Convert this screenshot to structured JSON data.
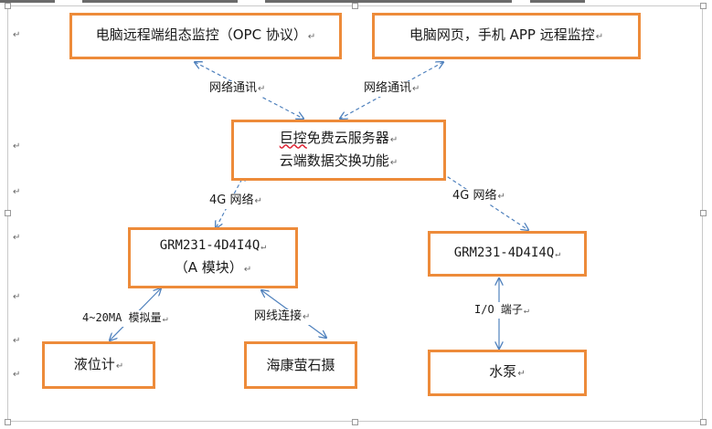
{
  "return_mark": "↵",
  "nodes": {
    "pc_opc": "电脑远程端组态监控（OPC 协议）",
    "pc_web_app": "电脑网页，手机 APP 远程监控",
    "cloud_line1_a": "巨控",
    "cloud_line1_b": "免费云服务器",
    "cloud_line2": "云端数据交换功能",
    "grm_a_line1": "GRM231-4D4I4Q",
    "grm_a_line2": "（A 模块）",
    "grm_b": "GRM231-4D4I4Q",
    "level_meter": "液位计",
    "hikvision": "海康萤石摄",
    "pump": "水泵"
  },
  "links": {
    "net_left": "网络通讯",
    "net_right": "网络通讯",
    "g4_left": "4G 网络",
    "g4_right": "4G 网络",
    "analog": "4~20MA 模拟量",
    "ethernet": "网线连接",
    "io": "I/O 端子"
  },
  "colors": {
    "box_border": "#ed8b3a",
    "arrow": "#4f81bd"
  }
}
